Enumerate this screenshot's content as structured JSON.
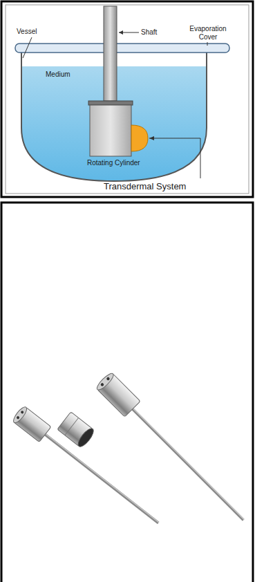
{
  "diagram": {
    "labels": [
      "Vessel",
      "Shaft",
      "Evaporation Cover",
      "Medium",
      "Rotating Cylinder",
      "Transdermal System"
    ]
  }
}
